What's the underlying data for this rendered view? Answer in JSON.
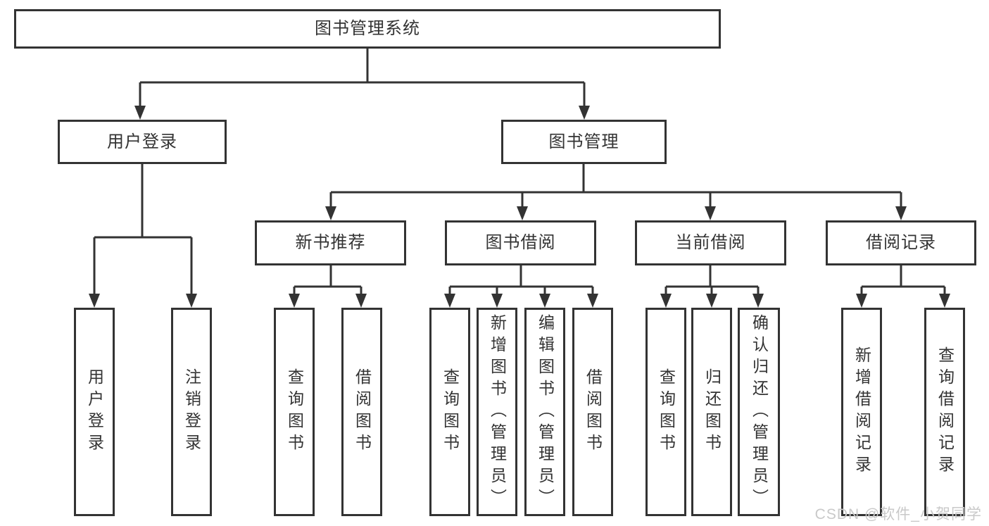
{
  "root": {
    "label": "图书管理系统"
  },
  "user_login": {
    "label": "用户登录",
    "leaves": [
      "用户登录",
      "注销登录"
    ]
  },
  "book_mgmt": {
    "label": "图书管理"
  },
  "groups": [
    {
      "label": "新书推荐",
      "leaves": [
        "查询图书",
        "借阅图书"
      ]
    },
    {
      "label": "图书借阅",
      "leaves": [
        "查询图书",
        "新增图书（管理员）",
        "编辑图书（管理员）",
        "借阅图书"
      ]
    },
    {
      "label": "当前借阅",
      "leaves": [
        "查询图书",
        "归还图书",
        "确认归还（管理员）"
      ]
    },
    {
      "label": "借阅记录",
      "leaves": [
        "新增借阅记录",
        "查询借阅记录"
      ]
    }
  ],
  "watermark": "CSDN @软件_小贺同学",
  "colors": {
    "line": "#333333",
    "text": "#333333",
    "watermark_text": "#c9c9c9",
    "background": "#ffffff"
  }
}
